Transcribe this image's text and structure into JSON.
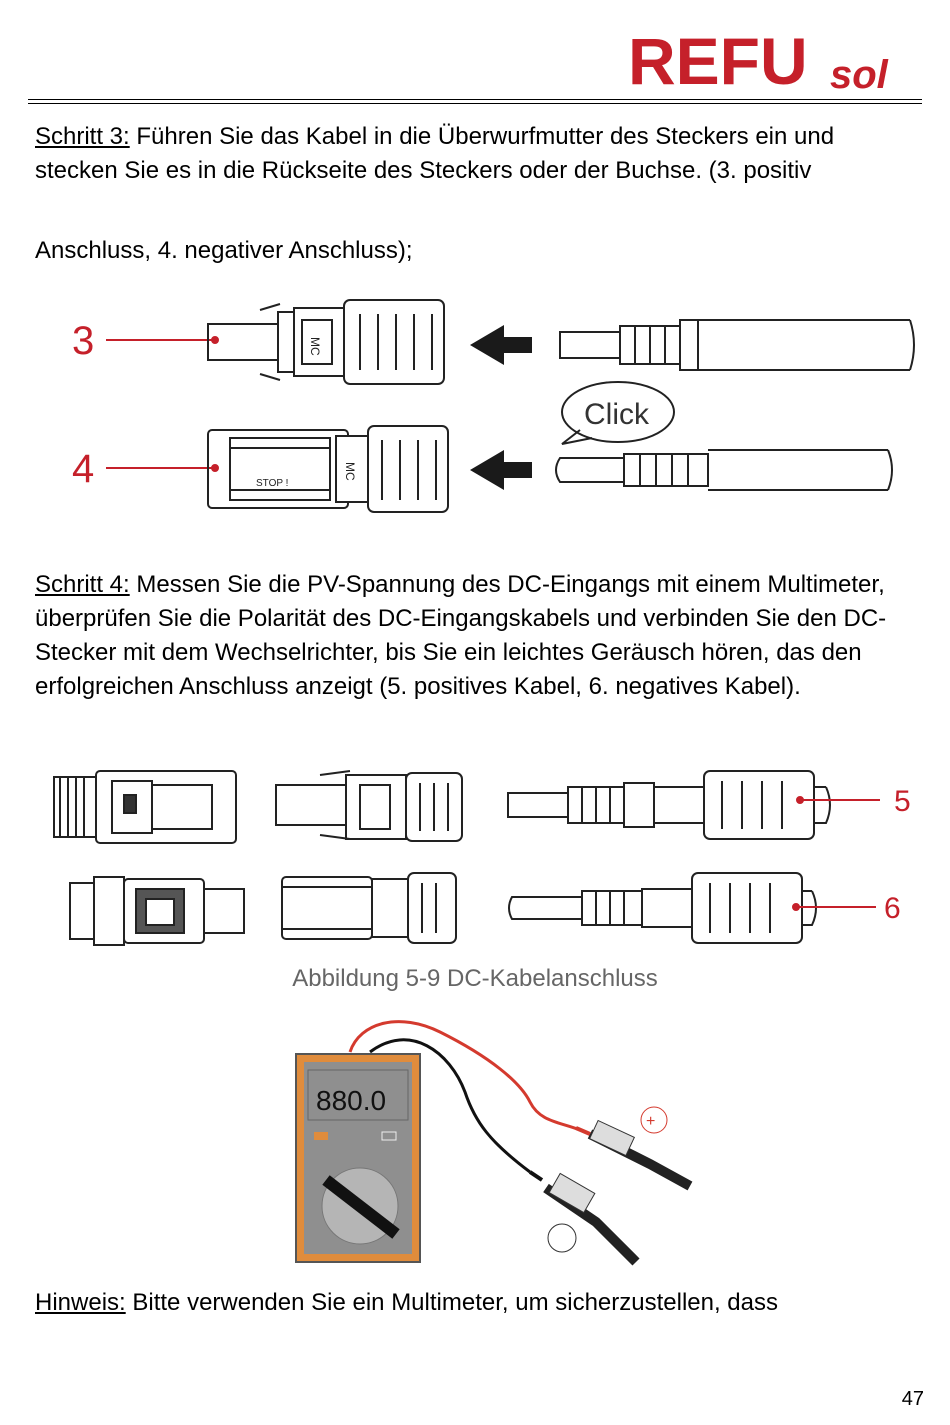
{
  "brand": {
    "logo_main": "REFU",
    "logo_sub": "sol",
    "color": "#c5202a"
  },
  "step3": {
    "label": "Schritt 3:",
    "text1": " Führen Sie das Kabel in die Überwurfmutter des Steckers ein und stecken Sie es in die Rückseite des Steckers oder der Buchse. (3. positiv",
    "text2": "Anschluss, 4. negativer Anschluss);"
  },
  "fig1": {
    "label_3": "3",
    "label_4": "4",
    "click": "Click",
    "mc": "MC",
    "stop": "STOP !"
  },
  "step4": {
    "label": "Schritt 4:",
    "text": " Messen Sie die PV-Spannung des DC-Eingangs mit einem Multimeter, überprüfen Sie die Polarität des DC-Eingangskabels und verbinden Sie den DC-Stecker mit dem Wechselrichter, bis Sie ein leichtes Geräusch hören, das den erfolgreichen Anschluss anzeigt (5. positives Kabel, 6. negatives Kabel)."
  },
  "fig2": {
    "label_5": "5",
    "label_6": "6"
  },
  "caption": "Abbildung 5-9 DC-Kabelanschluss",
  "multimeter": {
    "display": "880.0",
    "plus": "+"
  },
  "note": {
    "label": "Hinweis:",
    "text": " Bitte verwenden Sie ein Multimeter, um sicherzustellen, dass"
  },
  "page_number": "47"
}
